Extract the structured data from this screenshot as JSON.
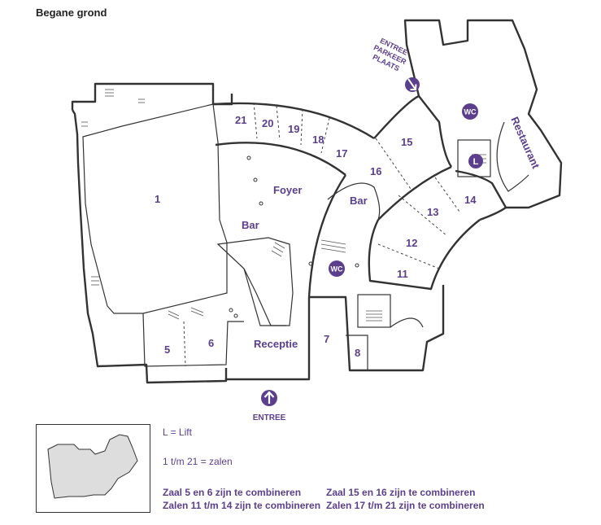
{
  "title": "Begane grond",
  "rooms": {
    "r1": "1",
    "r5": "5",
    "r6": "6",
    "r7": "7",
    "r8": "8",
    "r11": "11",
    "r12": "12",
    "r13": "13",
    "r14": "14",
    "r15": "15",
    "r16": "16",
    "r17": "17",
    "r18": "18",
    "r19": "19",
    "r20": "20",
    "r21": "21"
  },
  "areas": {
    "foyer": "Foyer",
    "bar_left": "Bar",
    "bar_right": "Bar",
    "receptie": "Receptie",
    "restaurant": "Restaurant"
  },
  "badges": {
    "wc_top": "WC",
    "wc_center": "WC",
    "lift": "L"
  },
  "entrances": {
    "main": "ENTREE",
    "parking_line1": "ENTREE",
    "parking_line2": "PARKEER",
    "parking_line3": "PLAATS"
  },
  "legend": {
    "lift": "L = Lift",
    "rooms": "1 t/m 21 = zalen",
    "combine_1": "Zaal 5 en 6 zijn te combineren",
    "combine_2": "Zalen 11 t/m 14 zijn te combineren",
    "combine_3": "Zaal 15 en 16 zijn te combineren",
    "combine_4": "Zalen 17 t/m 21 zijn te combineren"
  },
  "colors": {
    "accent": "#5b3f8c",
    "walls": "#333333",
    "thumbnail_fill": "#dddddd"
  }
}
